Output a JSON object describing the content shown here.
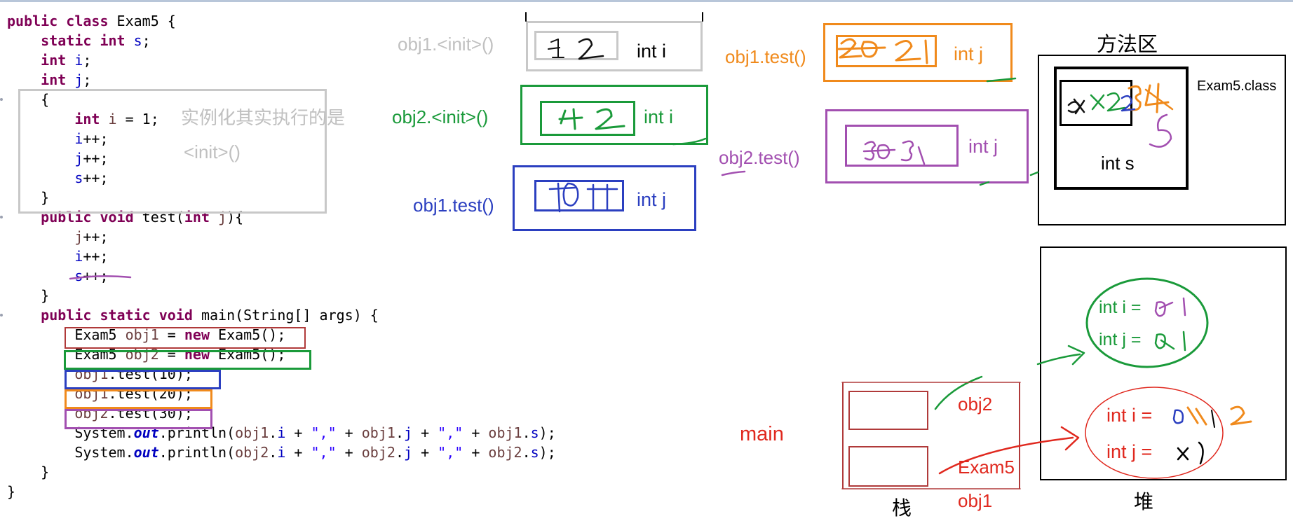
{
  "code": {
    "lines": [
      [
        [
          "kw",
          "public class "
        ],
        [
          "",
          "Exam5 {"
        ]
      ],
      [
        [
          "",
          "    "
        ],
        [
          "kw",
          "static int "
        ],
        [
          "fld",
          "s"
        ],
        [
          "",
          ";"
        ]
      ],
      [
        [
          "",
          "    "
        ],
        [
          "kw",
          "int "
        ],
        [
          "fld",
          "i"
        ],
        [
          "",
          ";"
        ]
      ],
      [
        [
          "",
          "    "
        ],
        [
          "kw",
          "int "
        ],
        [
          "fld",
          "j"
        ],
        [
          "",
          ";"
        ]
      ],
      [
        [
          "",
          "    {"
        ]
      ],
      [
        [
          "",
          "        "
        ],
        [
          "kw",
          "int "
        ],
        [
          "loc",
          "i"
        ],
        [
          "",
          " = 1;"
        ]
      ],
      [
        [
          "",
          "        "
        ],
        [
          "fld",
          "i"
        ],
        [
          "",
          "++;"
        ]
      ],
      [
        [
          "",
          "        "
        ],
        [
          "fld",
          "j"
        ],
        [
          "",
          "++;"
        ]
      ],
      [
        [
          "",
          "        "
        ],
        [
          "fld",
          "s"
        ],
        [
          "",
          "++;"
        ]
      ],
      [
        [
          "",
          "    }"
        ]
      ],
      [
        [
          "",
          "    "
        ],
        [
          "kw",
          "public void "
        ],
        [
          "",
          "test("
        ],
        [
          "kw",
          "int "
        ],
        [
          "loc",
          "j"
        ],
        [
          "",
          "){"
        ]
      ],
      [
        [
          "",
          "        "
        ],
        [
          "loc",
          "j"
        ],
        [
          "",
          "++;"
        ]
      ],
      [
        [
          "",
          "        "
        ],
        [
          "fld",
          "i"
        ],
        [
          "",
          "++;"
        ]
      ],
      [
        [
          "",
          "        "
        ],
        [
          "fld",
          "s"
        ],
        [
          "",
          "++;"
        ]
      ],
      [
        [
          "",
          "    }"
        ]
      ],
      [
        [
          "",
          "    "
        ],
        [
          "kw",
          "public static void "
        ],
        [
          "",
          "main(String[] args) {"
        ]
      ],
      [
        [
          "",
          "        Exam5 "
        ],
        [
          "loc",
          "obj1"
        ],
        [
          "",
          " = "
        ],
        [
          "kw",
          "new "
        ],
        [
          "",
          "Exam5();"
        ]
      ],
      [
        [
          "",
          "        Exam5 "
        ],
        [
          "loc",
          "obj2"
        ],
        [
          "",
          " = "
        ],
        [
          "kw",
          "new "
        ],
        [
          "",
          "Exam5();"
        ]
      ],
      [
        [
          "",
          "        "
        ],
        [
          "loc",
          "obj1"
        ],
        [
          "",
          ".test(10);"
        ]
      ],
      [
        [
          "",
          "        "
        ],
        [
          "loc",
          "obj1"
        ],
        [
          "",
          ".test(20);"
        ]
      ],
      [
        [
          "",
          "        "
        ],
        [
          "loc",
          "obj2"
        ],
        [
          "",
          ".test(30);"
        ]
      ],
      [
        [
          "",
          "        System."
        ],
        [
          "sfld",
          "out"
        ],
        [
          "",
          ".println("
        ],
        [
          "loc",
          "obj1"
        ],
        [
          "",
          "."
        ],
        [
          "fld",
          "i"
        ],
        [
          "",
          " + "
        ],
        [
          "str",
          "\",\""
        ],
        [
          "",
          " + "
        ],
        [
          "loc",
          "obj1"
        ],
        [
          "",
          "."
        ],
        [
          "fld",
          "j"
        ],
        [
          "",
          " + "
        ],
        [
          "str",
          "\",\""
        ],
        [
          "",
          " + "
        ],
        [
          "loc",
          "obj1"
        ],
        [
          "",
          "."
        ],
        [
          "fld",
          "s"
        ],
        [
          "",
          ");"
        ]
      ],
      [
        [
          "",
          "        System."
        ],
        [
          "sfld",
          "out"
        ],
        [
          "",
          ".println("
        ],
        [
          "loc",
          "obj2"
        ],
        [
          "",
          "."
        ],
        [
          "fld",
          "i"
        ],
        [
          "",
          " + "
        ],
        [
          "str",
          "\",\""
        ],
        [
          "",
          " + "
        ],
        [
          "loc",
          "obj2"
        ],
        [
          "",
          "."
        ],
        [
          "fld",
          "j"
        ],
        [
          "",
          " + "
        ],
        [
          "str",
          "\",\""
        ],
        [
          "",
          " + "
        ],
        [
          "loc",
          "obj2"
        ],
        [
          "",
          "."
        ],
        [
          "fld",
          "s"
        ],
        [
          "",
          ");"
        ]
      ],
      [
        [
          "",
          "    }"
        ]
      ],
      [
        [
          "",
          "}"
        ]
      ]
    ]
  },
  "annotations": {
    "init_note_line1": "实例化其实执行的是",
    "init_note_line2": "<init>()",
    "obj1_init": "obj1.<init>()",
    "obj2_init": "obj2.<init>()",
    "obj1_test_blue": "obj1.test()",
    "obj1_test_orange": "obj1.test()",
    "obj2_test": "obj2.test()",
    "int_i_gray": "int i",
    "int_i_green": "int i",
    "int_j_blue": "int j",
    "int_j_orange": "int j",
    "int_j_purple": "int j",
    "method_area_title": "方法区",
    "exam5_class": "Exam5.class",
    "int_s": "int s",
    "heap_green_i": "int i = ",
    "heap_green_j": "int j = ",
    "heap_red_i": "int i = ",
    "heap_red_j": "int j = ",
    "main_label": "main",
    "stack_obj2": "obj2",
    "stack_exam5": "Exam5",
    "stack_obj1": "obj1",
    "stack_label": "栈",
    "heap_label": "堆"
  },
  "colors": {
    "gray": "#c8c8c8",
    "green": "#1a9a3a",
    "blue": "#2b3fc0",
    "orange": "#f08a1c",
    "purple": "#a24fb0",
    "red": "#e0281e",
    "darkred": "#b03a3a",
    "black": "#000000"
  }
}
